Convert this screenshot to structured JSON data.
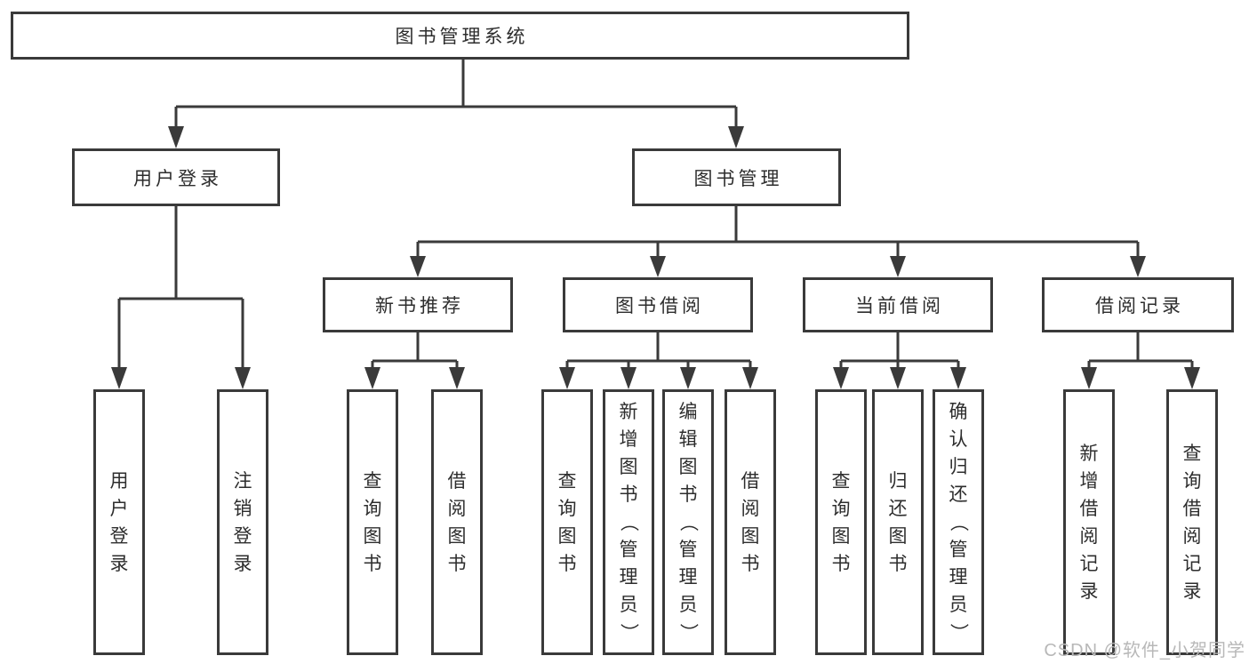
{
  "diagram": {
    "title": "图书管理系统",
    "root": {
      "label": "图书管理系统"
    },
    "level2": [
      {
        "label": "用户登录"
      },
      {
        "label": "图书管理"
      }
    ],
    "level3": [
      {
        "label": "新书推荐",
        "parent": "图书管理"
      },
      {
        "label": "图书借阅",
        "parent": "图书管理"
      },
      {
        "label": "当前借阅",
        "parent": "图书管理"
      },
      {
        "label": "借阅记录",
        "parent": "图书管理"
      }
    ],
    "leaves": [
      {
        "label": "用户登录",
        "parent": "用户登录"
      },
      {
        "label": "注销登录",
        "parent": "用户登录"
      },
      {
        "label": "查询图书",
        "parent": "新书推荐"
      },
      {
        "label": "借阅图书",
        "parent": "新书推荐"
      },
      {
        "label": "查询图书",
        "parent": "图书借阅"
      },
      {
        "label": "新增图书（管理员）",
        "parent": "图书借阅"
      },
      {
        "label": "编辑图书（管理员）",
        "parent": "图书借阅"
      },
      {
        "label": "借阅图书",
        "parent": "图书借阅"
      },
      {
        "label": "查询图书",
        "parent": "当前借阅"
      },
      {
        "label": "归还图书",
        "parent": "当前借阅"
      },
      {
        "label": "确认归还（管理员）",
        "parent": "当前借阅"
      },
      {
        "label": "新增借阅记录",
        "parent": "借阅记录"
      },
      {
        "label": "查询借阅记录",
        "parent": "借阅记录"
      }
    ],
    "watermark": "CSDN @软件_小贺同学",
    "colors": {
      "line": "#3a3a3a",
      "text": "#2d2d2d",
      "watermark": "#b8b8b8",
      "background": "#ffffff"
    }
  }
}
